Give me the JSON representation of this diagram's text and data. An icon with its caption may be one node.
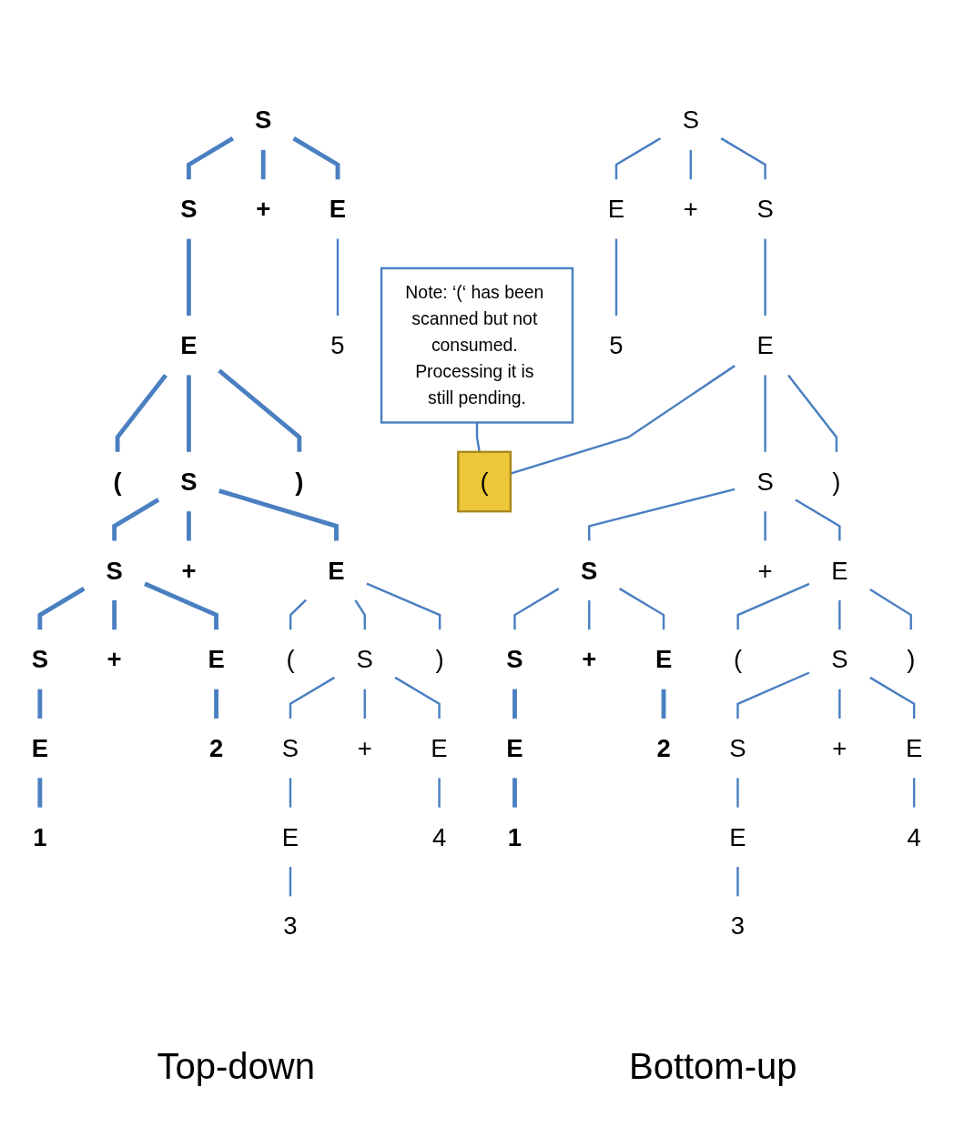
{
  "diagram": {
    "nodes": [
      {
        "text": [
          "S"
        ]
      },
      {
        "text": [
          "S"
        ]
      },
      {
        "text": [
          "+"
        ]
      },
      {
        "text": [
          "E"
        ]
      },
      {
        "text": [
          "E"
        ]
      },
      {
        "text": [
          "5"
        ]
      },
      {
        "text": [
          "("
        ]
      },
      {
        "text": [
          "S"
        ]
      },
      {
        "text": [
          ")"
        ]
      },
      {
        "text": [
          "S"
        ]
      },
      {
        "text": [
          "+"
        ]
      },
      {
        "text": [
          "E"
        ]
      },
      {
        "text": [
          "S"
        ]
      },
      {
        "text": [
          "+"
        ]
      },
      {
        "text": [
          "E"
        ]
      },
      {
        "text": [
          "("
        ]
      },
      {
        "text": [
          "S"
        ]
      },
      {
        "text": [
          ")"
        ]
      },
      {
        "text": [
          "E"
        ]
      },
      {
        "text": [
          "2"
        ]
      },
      {
        "text": [
          "S"
        ]
      },
      {
        "text": [
          "+"
        ]
      },
      {
        "text": [
          "E"
        ]
      },
      {
        "text": [
          "1"
        ]
      },
      {
        "text": [
          "E"
        ]
      },
      {
        "text": [
          "4"
        ]
      },
      {
        "text": [
          "3"
        ]
      },
      {
        "text": [
          "S"
        ]
      },
      {
        "text": [
          "S"
        ]
      },
      {
        "text": [
          "+"
        ]
      },
      {
        "text": [
          "E"
        ]
      },
      {
        "text": [
          "E"
        ]
      },
      {
        "text": [
          "5"
        ]
      },
      {
        "text": [
          "("
        ]
      },
      {
        "text": [
          "S"
        ]
      },
      {
        "text": [
          ")"
        ]
      },
      {
        "text": [
          "S"
        ]
      },
      {
        "text": [
          "+"
        ]
      },
      {
        "text": [
          "E"
        ]
      },
      {
        "text": [
          "S"
        ]
      },
      {
        "text": [
          "+"
        ]
      },
      {
        "text": [
          "E"
        ]
      },
      {
        "text": [
          "("
        ]
      },
      {
        "text": [
          "S"
        ]
      },
      {
        "text": [
          ")"
        ]
      },
      {
        "text": [
          "E"
        ]
      },
      {
        "text": [
          "2"
        ]
      },
      {
        "text": [
          "S"
        ]
      },
      {
        "text": [
          "+"
        ]
      },
      {
        "text": [
          "E"
        ]
      },
      {
        "text": [
          "1"
        ]
      },
      {
        "text": [
          "E"
        ]
      },
      {
        "text": [
          "4"
        ]
      },
      {
        "text": [
          "3"
        ]
      },
      {
        "text": [
          "Note: ‘(‘ has been scanned but not consumed. Processing it is still pending."
        ]
      }
    ],
    "edges": [
      {
        "from": 0,
        "to": 1,
        "arrow": "none",
        "style": "thick"
      },
      {
        "from": 0,
        "to": 2,
        "arrow": "none",
        "style": "thick"
      },
      {
        "from": 0,
        "to": 3,
        "arrow": "none",
        "style": "thick"
      },
      {
        "from": 1,
        "to": 4,
        "arrow": "none",
        "style": "thick"
      },
      {
        "from": 3,
        "to": 5,
        "arrow": "none"
      },
      {
        "from": 4,
        "to": 6,
        "arrow": "none",
        "style": "thick"
      },
      {
        "from": 4,
        "to": 7,
        "arrow": "none",
        "style": "thick"
      },
      {
        "from": 4,
        "to": 8,
        "arrow": "none",
        "style": "thick"
      },
      {
        "from": 7,
        "to": 9,
        "arrow": "none",
        "style": "thick"
      },
      {
        "from": 7,
        "to": 10,
        "arrow": "none",
        "style": "thick"
      },
      {
        "from": 7,
        "to": 11,
        "arrow": "none",
        "style": "thick"
      },
      {
        "from": 9,
        "to": 12,
        "arrow": "none",
        "style": "thick"
      },
      {
        "from": 9,
        "to": 13,
        "arrow": "none",
        "style": "thick"
      },
      {
        "from": 9,
        "to": 14,
        "arrow": "none",
        "style": "thick"
      },
      {
        "from": 11,
        "to": 15,
        "arrow": "none"
      },
      {
        "from": 11,
        "to": 16,
        "arrow": "none"
      },
      {
        "from": 11,
        "to": 17,
        "arrow": "none"
      },
      {
        "from": 12,
        "to": 18,
        "arrow": "none",
        "style": "thick"
      },
      {
        "from": 14,
        "to": 19,
        "arrow": "none",
        "style": "thick"
      },
      {
        "from": 16,
        "to": 20,
        "arrow": "none"
      },
      {
        "from": 16,
        "to": 21,
        "arrow": "none"
      },
      {
        "from": 16,
        "to": 22,
        "arrow": "none"
      },
      {
        "from": 18,
        "to": 23,
        "arrow": "none",
        "style": "thick"
      },
      {
        "from": 20,
        "to": 24,
        "arrow": "none"
      },
      {
        "from": 22,
        "to": 25,
        "arrow": "none"
      },
      {
        "from": 24,
        "to": 26,
        "arrow": "none"
      },
      {
        "from": 27,
        "to": 28,
        "arrow": "none"
      },
      {
        "from": 27,
        "to": 29,
        "arrow": "none"
      },
      {
        "from": 27,
        "to": 30,
        "arrow": "none"
      },
      {
        "from": 28,
        "to": 31,
        "arrow": "none"
      },
      {
        "from": 30,
        "to": 32,
        "arrow": "none"
      },
      {
        "from": 31,
        "to": 33,
        "arrow": "none"
      },
      {
        "from": 31,
        "to": 34,
        "arrow": "none"
      },
      {
        "from": 31,
        "to": 35,
        "arrow": "none"
      },
      {
        "from": 34,
        "to": 36,
        "arrow": "none"
      },
      {
        "from": 34,
        "to": 37,
        "arrow": "none"
      },
      {
        "from": 34,
        "to": 38,
        "arrow": "none"
      },
      {
        "from": 36,
        "to": 39,
        "arrow": "none"
      },
      {
        "from": 36,
        "to": 40,
        "arrow": "none"
      },
      {
        "from": 36,
        "to": 41,
        "arrow": "none"
      },
      {
        "from": 38,
        "to": 42,
        "arrow": "none"
      },
      {
        "from": 38,
        "to": 43,
        "arrow": "none"
      },
      {
        "from": 38,
        "to": 44,
        "arrow": "none"
      },
      {
        "from": 39,
        "to": 45,
        "arrow": "none",
        "style": "thick"
      },
      {
        "from": 41,
        "to": 46,
        "arrow": "none",
        "style": "thick"
      },
      {
        "from": 43,
        "to": 47,
        "arrow": "none"
      },
      {
        "from": 43,
        "to": 48,
        "arrow": "none"
      },
      {
        "from": 43,
        "to": 49,
        "arrow": "none"
      },
      {
        "from": 45,
        "to": 50,
        "arrow": "none",
        "style": "thick"
      },
      {
        "from": 47,
        "to": 51,
        "arrow": "none"
      },
      {
        "from": 49,
        "to": 52,
        "arrow": "none"
      },
      {
        "from": 51,
        "to": 53,
        "arrow": "none"
      },
      {
        "from": 54,
        "to": 33,
        "arrow": "none"
      }
    ],
    "labels": [
      "Top-down",
      "Bottom-up"
    ]
  }
}
